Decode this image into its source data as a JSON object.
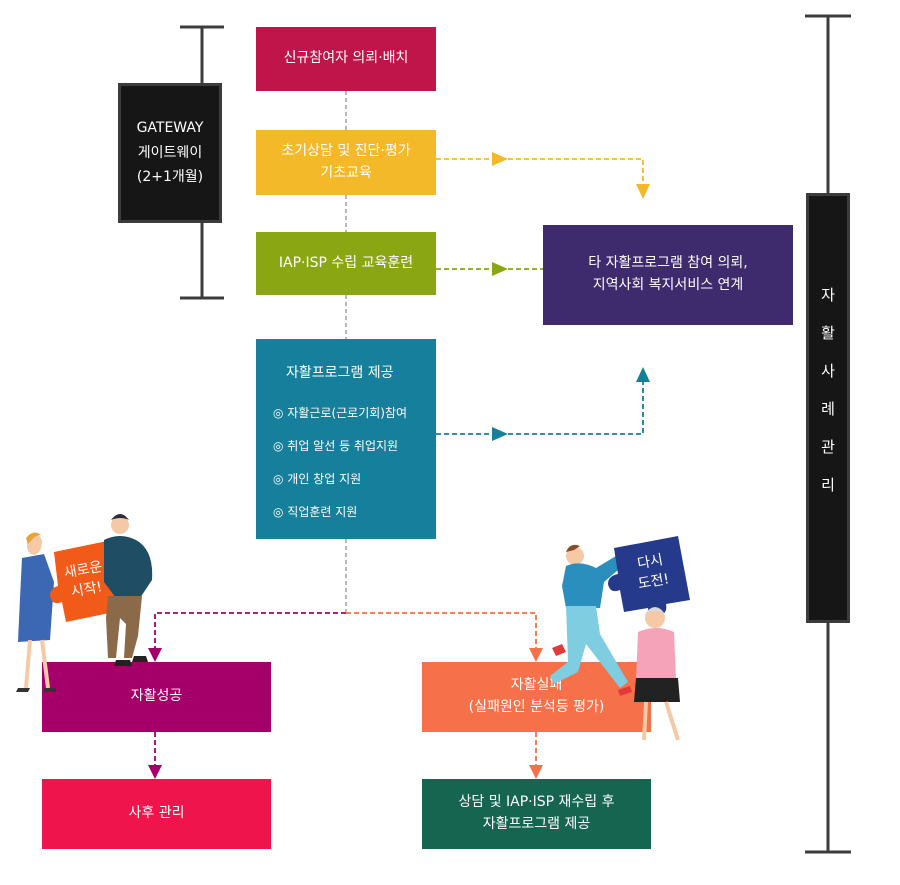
{
  "gateway": {
    "lines": [
      "GATEWAY",
      "게이트웨이",
      "(2+1개월)"
    ]
  },
  "steps": {
    "referral": "신규참여자 의뢰·배치",
    "consult_lines": [
      "초기상담 및 진단·평가",
      "기초교육"
    ],
    "iap": "IAP·ISP 수립 교육훈련",
    "program_title": "자활프로그램 제공",
    "program_items": [
      "◎ 자활근로(근로기회)참여",
      "◎ 취업 알선 등 취업지원",
      "◎ 개인 창업 지원",
      "◎ 직업훈련 지원"
    ]
  },
  "linkage_lines": [
    "타 자활프로그램 참여 의뢰,",
    "지역사회 복지서비스 연계"
  ],
  "case_management_chars": [
    "자",
    "활",
    "사",
    "례",
    "관",
    "리"
  ],
  "outcomes": {
    "success": "자활성공",
    "failure_lines": [
      "자활실패",
      "(실패원인 분석등 평가)"
    ],
    "aftercare": "사후 관리",
    "reconsult_lines": [
      "상담 및 IAP·ISP 재수립 후",
      "자활프로그램 제공"
    ]
  },
  "illustrations": {
    "new_start_lines": [
      "새로운",
      "시작!"
    ],
    "retry_lines": [
      "다시",
      "도전!"
    ]
  },
  "colors": {
    "referral": "#c0154a",
    "consult": "#f4b928",
    "iap": "#8aa612",
    "program": "#167f9b",
    "linkage": "#3e2b6e",
    "success": "#a5006a",
    "failure": "#f6704a",
    "aftercare": "#ef144c",
    "reconsult": "#166551",
    "dark_box": "#161616"
  }
}
